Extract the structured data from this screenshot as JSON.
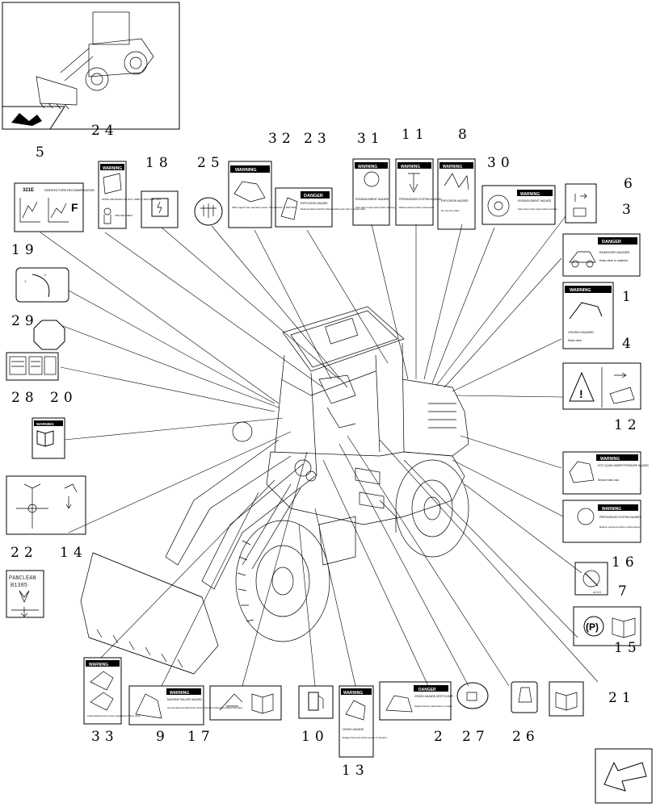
{
  "callouts": {
    "c1": "1",
    "c2": "2",
    "c3": "3",
    "c4": "4",
    "c5": "5",
    "c6": "6",
    "c7": "7",
    "c8": "8",
    "c9": "9",
    "c10": "10",
    "c11": "11",
    "c12": "12",
    "c13": "13",
    "c14": "14",
    "c15": "15",
    "c16": "16",
    "c17": "17",
    "c18": "18",
    "c19": "19",
    "c20": "20",
    "c21": "21",
    "c22": "22",
    "c23": "23",
    "c24": "24",
    "c25": "25",
    "c26": "26",
    "c27": "27",
    "c28": "28",
    "c29": "29",
    "c30": "30",
    "c31": "31",
    "c32": "32",
    "c33": "33"
  },
  "decals": {
    "warning": "WARNING",
    "danger": "DANGER",
    "d32_body": "Start engine from operator's seat. Transmission in NEUTRAL.",
    "d23_head": "EXPLOSION HAZARD",
    "d23_body": "Read procedure Operator's Manual before jump start or booster cable.",
    "d31_head": "ENTANGLEMENT HAZARD",
    "d31_body": "Keep clear or stop engine before servicing.",
    "d11_head": "PRESSURIZED SYSTEM HAZARD",
    "d11_body": "Relieve pressure before maintenance.",
    "d8_head": "EXPLOSION HAZARD",
    "d8_body": "Do not use ether.",
    "d30_head": "ENTANGLEMENT HAZARD",
    "d30_body": "Keep clear or stop engine before servicing.",
    "d3_head": "RUNOVER HAZARD",
    "d3_body": "Keep clear or machine.",
    "d1_head": "CRUSH HAZARD",
    "d1_body": "Keep clear.",
    "d12_head": "HOT LIQUID UNDER PRESSURE HAZARD",
    "d12_body": "Service when cool.",
    "d16_head": "PRESSURIZED SYSTEM HAZARD",
    "d16_body": "Relieve pressure before maintenance.",
    "d24_body": "AVOID CRUSHING DO NOT JUMP IF MACHINE TIPS",
    "d24_belt": "USE SEAT BELT",
    "d5_head": "DERATED FORK RECOMMENDATION",
    "d5_model": "321E",
    "d9_head": "MACHINE FAILURE HAZARD",
    "d9_body": "Use only approved attachments. Refer to Operator's Manual for detailed information.",
    "d33_body": "Check attachment for proper engagement before using.",
    "d13_head": "CRUSH HAZARD",
    "d13_body": "Engage frame lock before service or transport.",
    "d2_head": "CRUSH HAZARD KEEP CLEAR",
    "d2_body": "Support during maintenance or repair.",
    "d22_text1": "PANCLEAN",
    "d22_text2": "B1385",
    "d15_p": "(P)"
  }
}
